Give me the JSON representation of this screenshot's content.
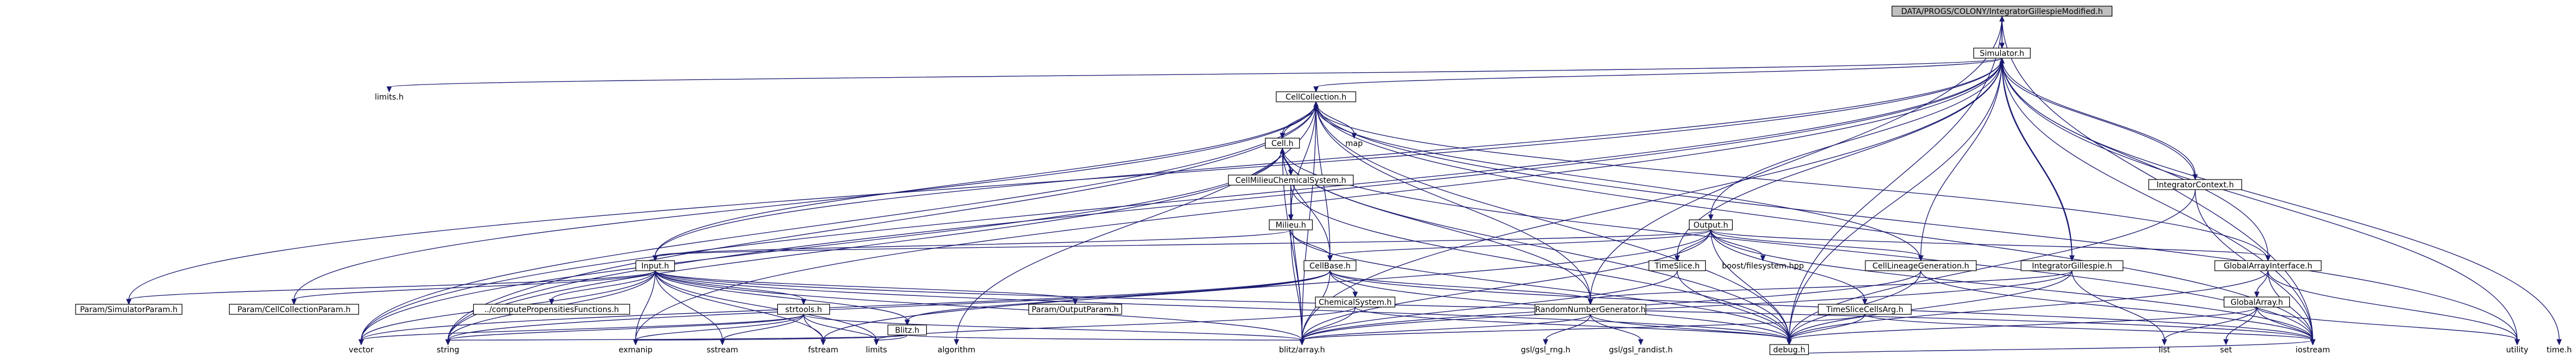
{
  "diagram": {
    "type": "include-dependency-graph",
    "nodes": [
      {
        "id": "root",
        "label": "DATA/PROGS/COLONY/IntegratorGillespieModified.h",
        "style": "root"
      },
      {
        "id": "simulator",
        "label": "Simulator.h",
        "style": "linked"
      },
      {
        "id": "limits_h",
        "label": "limits.h",
        "style": "external"
      },
      {
        "id": "cellcollection",
        "label": "CellCollection.h",
        "style": "linked"
      },
      {
        "id": "cell",
        "label": "Cell.h",
        "style": "linked"
      },
      {
        "id": "map",
        "label": "map",
        "style": "external"
      },
      {
        "id": "cellmilieu",
        "label": "CellMilieuChemicalSystem.h",
        "style": "linked"
      },
      {
        "id": "milieu",
        "label": "Milieu.h",
        "style": "linked"
      },
      {
        "id": "cellbase",
        "label": "CellBase.h",
        "style": "linked"
      },
      {
        "id": "chemsys",
        "label": "ChemicalSystem.h",
        "style": "linked"
      },
      {
        "id": "input",
        "label": "Input.h",
        "style": "linked"
      },
      {
        "id": "simparam",
        "label": "Param/SimulatorParam.h",
        "style": "linked"
      },
      {
        "id": "ccparam",
        "label": "Param/CellCollectionParam.h",
        "style": "linked"
      },
      {
        "id": "computeprop",
        "label": "../computePropensitiesFunctions.h",
        "style": "linked"
      },
      {
        "id": "strtools",
        "label": "strtools.h",
        "style": "linked"
      },
      {
        "id": "outparam",
        "label": "Param/OutputParam.h",
        "style": "linked"
      },
      {
        "id": "blitz_h",
        "label": "Blitz.h",
        "style": "linked"
      },
      {
        "id": "output",
        "label": "Output.h",
        "style": "linked"
      },
      {
        "id": "timeslice",
        "label": "TimeSlice.h",
        "style": "linked"
      },
      {
        "id": "boostfs",
        "label": "boost/filesystem.hpp",
        "style": "external"
      },
      {
        "id": "lineage",
        "label": "CellLineageGeneration.h",
        "style": "linked"
      },
      {
        "id": "intgill",
        "label": "IntegratorGillespie.h",
        "style": "linked"
      },
      {
        "id": "globalarrayif",
        "label": "GlobalArrayInterface.h",
        "style": "linked"
      },
      {
        "id": "globalarray",
        "label": "GlobalArray.h",
        "style": "linked"
      },
      {
        "id": "intcontext",
        "label": "IntegratorContext.h",
        "style": "linked"
      },
      {
        "id": "rng",
        "label": "RandomNumberGenerator.h",
        "style": "linked"
      },
      {
        "id": "tscellsarg",
        "label": "TimeSliceCellsArg.h",
        "style": "linked"
      },
      {
        "id": "vector",
        "label": "vector",
        "style": "external"
      },
      {
        "id": "string",
        "label": "string",
        "style": "external"
      },
      {
        "id": "exmanip",
        "label": "exmanip",
        "style": "external"
      },
      {
        "id": "sstream",
        "label": "sstream",
        "style": "external"
      },
      {
        "id": "fstream",
        "label": "fstream",
        "style": "external"
      },
      {
        "id": "limits",
        "label": "limits",
        "style": "external"
      },
      {
        "id": "algorithm",
        "label": "algorithm",
        "style": "external"
      },
      {
        "id": "blitzarray",
        "label": "blitz/array.h",
        "style": "external"
      },
      {
        "id": "gslrng",
        "label": "gsl/gsl_rng.h",
        "style": "external"
      },
      {
        "id": "gslrandist",
        "label": "gsl/gsl_randist.h",
        "style": "external"
      },
      {
        "id": "debug",
        "label": "debug.h",
        "style": "linked"
      },
      {
        "id": "list",
        "label": "list",
        "style": "external"
      },
      {
        "id": "set",
        "label": "set",
        "style": "external"
      },
      {
        "id": "iostream",
        "label": "iostream",
        "style": "external"
      },
      {
        "id": "utility",
        "label": "utility",
        "style": "external"
      },
      {
        "id": "time_h",
        "label": "time.h",
        "style": "external"
      }
    ],
    "edges": [
      [
        "root",
        "simulator"
      ],
      [
        "root",
        "rng"
      ],
      [
        "root",
        "debug"
      ],
      [
        "root",
        "iostream"
      ],
      [
        "simulator",
        "root"
      ],
      [
        "simulator",
        "limits_h"
      ],
      [
        "simulator",
        "cellcollection"
      ],
      [
        "simulator",
        "input"
      ],
      [
        "simulator",
        "simparam"
      ],
      [
        "simulator",
        "output"
      ],
      [
        "simulator",
        "lineage"
      ],
      [
        "simulator",
        "intgill"
      ],
      [
        "simulator",
        "globalarrayif"
      ],
      [
        "simulator",
        "intcontext"
      ],
      [
        "simulator",
        "timeslice"
      ],
      [
        "simulator",
        "blitzarray"
      ],
      [
        "simulator",
        "debug"
      ],
      [
        "simulator",
        "iostream"
      ],
      [
        "simulator",
        "utility"
      ],
      [
        "simulator",
        "time_h"
      ],
      [
        "simulator",
        "string"
      ],
      [
        "simulator",
        "vector"
      ],
      [
        "simulator",
        "exmanip"
      ],
      [
        "cellcollection",
        "cell"
      ],
      [
        "cellcollection",
        "map"
      ],
      [
        "cellcollection",
        "input"
      ],
      [
        "cellcollection",
        "ccparam"
      ],
      [
        "cellcollection",
        "milieu"
      ],
      [
        "cellcollection",
        "cellbase"
      ],
      [
        "cellcollection",
        "rng"
      ],
      [
        "cellcollection",
        "blitzarray"
      ],
      [
        "cellcollection",
        "debug"
      ],
      [
        "cellcollection",
        "algorithm"
      ],
      [
        "cellcollection",
        "iostream"
      ],
      [
        "cellcollection",
        "utility"
      ],
      [
        "cellcollection",
        "vector"
      ],
      [
        "cellcollection",
        "string"
      ],
      [
        "cell",
        "cellcollection"
      ],
      [
        "cell",
        "cellmilieu"
      ],
      [
        "cell",
        "cellbase"
      ],
      [
        "cell",
        "rng"
      ],
      [
        "cell",
        "blitzarray"
      ],
      [
        "cell",
        "debug"
      ],
      [
        "cell",
        "vector"
      ],
      [
        "cell",
        "string"
      ],
      [
        "cell",
        "iostream"
      ],
      [
        "cellmilieu",
        "cell"
      ],
      [
        "cellmilieu",
        "milieu"
      ],
      [
        "cellmilieu",
        "blitzarray"
      ],
      [
        "cellmilieu",
        "debug"
      ],
      [
        "milieu",
        "cellbase"
      ],
      [
        "milieu",
        "blitzarray"
      ],
      [
        "milieu",
        "debug"
      ],
      [
        "milieu",
        "input"
      ],
      [
        "cellbase",
        "chemsys"
      ],
      [
        "cellbase",
        "rng"
      ],
      [
        "cellbase",
        "blitzarray"
      ],
      [
        "cellbase",
        "debug"
      ],
      [
        "cellbase",
        "iostream"
      ],
      [
        "cellbase",
        "vector"
      ],
      [
        "cellbase",
        "string"
      ],
      [
        "cellbase",
        "blitz_h"
      ],
      [
        "chemsys",
        "blitzarray"
      ],
      [
        "chemsys",
        "debug"
      ],
      [
        "chemsys",
        "limits"
      ],
      [
        "input",
        "simparam"
      ],
      [
        "input",
        "ccparam"
      ],
      [
        "input",
        "computeprop"
      ],
      [
        "input",
        "strtools"
      ],
      [
        "input",
        "outparam"
      ],
      [
        "input",
        "blitz_h"
      ],
      [
        "input",
        "vector"
      ],
      [
        "input",
        "string"
      ],
      [
        "input",
        "exmanip"
      ],
      [
        "input",
        "sstream"
      ],
      [
        "input",
        "fstream"
      ],
      [
        "input",
        "limits"
      ],
      [
        "input",
        "blitzarray"
      ],
      [
        "input",
        "iostream"
      ],
      [
        "input",
        "debug"
      ],
      [
        "strtools",
        "string"
      ],
      [
        "strtools",
        "exmanip"
      ],
      [
        "strtools",
        "sstream"
      ],
      [
        "strtools",
        "fstream"
      ],
      [
        "strtools",
        "limits"
      ],
      [
        "strtools",
        "vector"
      ],
      [
        "strtools",
        "blitzarray"
      ],
      [
        "blitz_h",
        "blitzarray"
      ],
      [
        "blitz_h",
        "string"
      ],
      [
        "blitz_h",
        "exmanip"
      ],
      [
        "blitz_h",
        "limits"
      ],
      [
        "output",
        "input"
      ],
      [
        "output",
        "timeslice"
      ],
      [
        "output",
        "boostfs"
      ],
      [
        "output",
        "lineage"
      ],
      [
        "output",
        "cellbase"
      ],
      [
        "output",
        "tscellsarg"
      ],
      [
        "output",
        "blitzarray"
      ],
      [
        "output",
        "debug"
      ],
      [
        "output",
        "iostream"
      ],
      [
        "output",
        "fstream"
      ],
      [
        "output",
        "globalarrayif"
      ],
      [
        "timeslice",
        "blitzarray"
      ],
      [
        "timeslice",
        "debug"
      ],
      [
        "lineage",
        "cellcollection"
      ],
      [
        "lineage",
        "debug"
      ],
      [
        "lineage",
        "blitzarray"
      ],
      [
        "lineage",
        "iostream"
      ],
      [
        "intgill",
        "simulator"
      ],
      [
        "intgill",
        "rng"
      ],
      [
        "intgill",
        "debug"
      ],
      [
        "intgill",
        "blitzarray"
      ],
      [
        "intgill",
        "list"
      ],
      [
        "globalarrayif",
        "globalarray"
      ],
      [
        "globalarrayif",
        "cellcollection"
      ],
      [
        "globalarrayif",
        "debug"
      ],
      [
        "globalarrayif",
        "iostream"
      ],
      [
        "globalarrayif",
        "utility"
      ],
      [
        "globalarray",
        "debug"
      ],
      [
        "globalarray",
        "list"
      ],
      [
        "globalarray",
        "set"
      ],
      [
        "globalarray",
        "iostream"
      ],
      [
        "globalarray",
        "utility"
      ],
      [
        "intcontext",
        "simulator"
      ],
      [
        "intcontext",
        "debug"
      ],
      [
        "intcontext",
        "iostream"
      ],
      [
        "rng",
        "gslrng"
      ],
      [
        "rng",
        "gslrandist"
      ],
      [
        "rng",
        "debug"
      ],
      [
        "rng",
        "blitzarray"
      ],
      [
        "tscellsarg",
        "blitzarray"
      ],
      [
        "tscellsarg",
        "debug"
      ],
      [
        "tscellsarg",
        "iostream"
      ],
      [
        "debug",
        "iostream"
      ]
    ]
  }
}
